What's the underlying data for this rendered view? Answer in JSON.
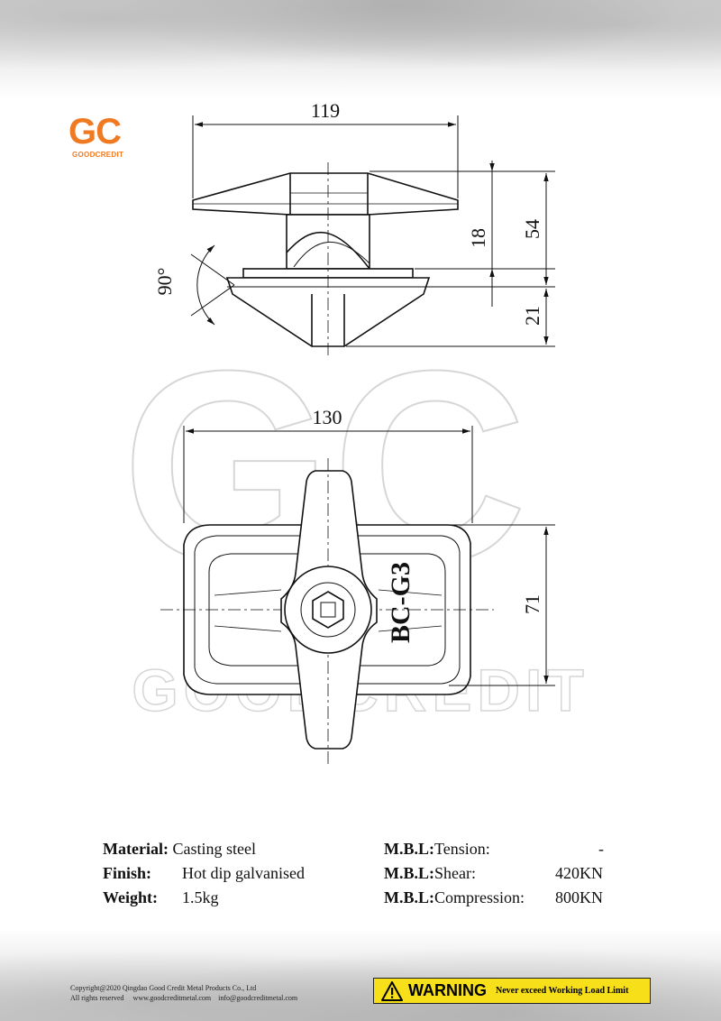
{
  "logo": {
    "mark": "GC",
    "name": "GOODCREDIT"
  },
  "watermark": {
    "letters": "GC",
    "word": "GOODCREDIT"
  },
  "drawing": {
    "part_label": "BC-G3",
    "dimensions": {
      "top_width": "119",
      "h18": "18",
      "h54": "54",
      "h21": "21",
      "rotation": "90°",
      "plan_width": "130",
      "plan_depth": "71"
    }
  },
  "specs": {
    "material_label": "Material:",
    "material_value": "Casting steel",
    "finish_label": "Finish:",
    "finish_value": "Hot dip galvanised",
    "weight_label": "Weight:",
    "weight_value": "1.5kg",
    "tension_label": "M.B.L:",
    "tension_name": "Tension:",
    "tension_value": "-",
    "shear_label": "M.B.L:",
    "shear_name": "Shear:",
    "shear_value": "420KN",
    "compression_label": "M.B.L:",
    "compression_name": "Compression:",
    "compression_value": "800KN"
  },
  "footer": {
    "copyright": "Copyright@2020 Qingdao Good Credit Metal Products Co., Ltd",
    "rights": "All rights reserved",
    "website": "www.goodcreditmetal.com",
    "email": "info@goodcreditmetal.com"
  },
  "warning": {
    "title": "WARNING",
    "text": "Never exceed Working Load Limit"
  },
  "colors": {
    "brand": "#f07a22",
    "warning_bg": "#f7e01a"
  }
}
